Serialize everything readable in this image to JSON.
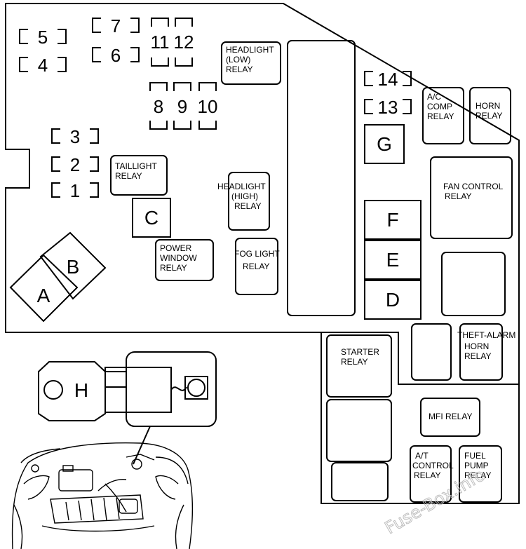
{
  "fuses": {
    "f1": "1",
    "f2": "2",
    "f3": "3",
    "f4": "4",
    "f5": "5",
    "f6": "6",
    "f7": "7",
    "f8": "8",
    "f9": "9",
    "f10": "10",
    "f11": "11",
    "f12": "12",
    "f13": "13",
    "f14": "14"
  },
  "blocks": {
    "a": "A",
    "b": "B",
    "c": "C",
    "d": "D",
    "e": "E",
    "f": "F",
    "g": "G",
    "h": "H"
  },
  "relays": {
    "headlight_low": [
      "HEADLIGHT",
      "(LOW)",
      "RELAY"
    ],
    "ac_comp": [
      "A/C",
      "COMP",
      "RELAY"
    ],
    "horn": [
      "HORN",
      "RELAY"
    ],
    "taillight": [
      "TAILLIGHT",
      "RELAY"
    ],
    "headlight_high": [
      "HEADLIGHT",
      "(HIGH)",
      "RELAY"
    ],
    "fan_control": [
      "FAN CONTROL",
      "RELAY"
    ],
    "power_window": [
      "POWER",
      "WINDOW",
      "RELAY"
    ],
    "fog_light": [
      "FOG LIGHT",
      "RELAY"
    ],
    "theft_alarm_horn": [
      "THEFT-ALARM",
      "HORN",
      "RELAY"
    ],
    "starter": [
      "STARTER",
      "RELAY"
    ],
    "mfi": [
      "MFI RELAY"
    ],
    "at_control": [
      "A/T",
      "CONTROL",
      "RELAY"
    ],
    "fuel_pump": [
      "FUEL",
      "PUMP",
      "RELAY"
    ]
  },
  "watermark": "Fuse-Box.info"
}
